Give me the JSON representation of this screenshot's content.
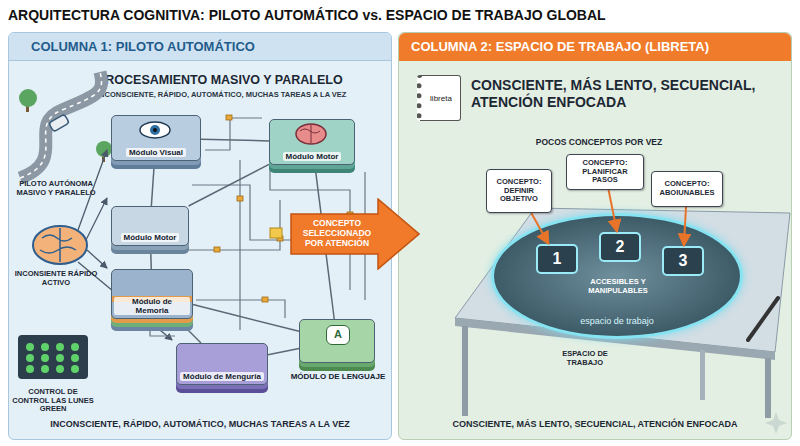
{
  "diagram": {
    "title": "ARQUITECTURA COGNITIVA: PILOTO AUTOMÁTICO vs. ESPACIO DE TRABAJO GLOBAL",
    "nodes": [
      {
        "text": [
          "COLUMNA 1: PILOTO AUTOMÁTICO",
          "PROCESAMIENTO MASIVO Y PARALELO",
          "INCONSCIENTE, RÁPIDO, AUTOMÁTICO, MUCHAS TAREAS A LA VEZ",
          "INCONSCIENTE, RÁPIDO, AUTOMÁTICO, MUCHAS TAREAS A LA VEZ"
        ]
      },
      {
        "text": [
          "Módulo Visual"
        ],
        "in": 0
      },
      {
        "text": [
          "Módulo Motor"
        ],
        "in": 0
      },
      {
        "text": [
          "Módulo Motor"
        ],
        "in": 0
      },
      {
        "text": [
          "Módulo de Memoria"
        ],
        "in": 0
      },
      {
        "text": [
          "Módulo de Menguria"
        ],
        "in": 0
      },
      {
        "text": [
          "A",
          "MÓDULO DE LENGUAJE"
        ],
        "in": 0
      },
      {
        "text": [
          "CONCEPTO SELECCIONADO POR ATENCIÓN"
        ]
      },
      {
        "text": [
          "COLUMNA 2: ESPACIO DE TRABAJO (LIBRETA)",
          "CONSCIENTE, MÁS LENTO, SECUENCIAL, ATENCIÓN ENFOCADA",
          "POCOS CONCEPTOS POR VEZ",
          "CONSCIENTE, MÁS LENTO, SECUENCIAL, ATENCIÓN ENFOCADA"
        ]
      },
      {
        "text": [
          "libreta"
        ],
        "in": 8
      },
      {
        "text": [
          "CONCEPTO: DEFINIR OBJETIVO"
        ],
        "in": 8
      },
      {
        "text": [
          "CONCEPTO: PLANIFICAR PASOS"
        ],
        "in": 8
      },
      {
        "text": [
          "CONCEPTO: ABOIUNABLES"
        ],
        "in": 8
      },
      {
        "text": [
          "ACCESIBLES Y MANIPULABLES",
          "espacio de trabajo"
        ],
        "in": 8
      },
      {
        "text": [
          "1"
        ],
        "in": 13
      },
      {
        "text": [
          "2"
        ],
        "in": 13
      },
      {
        "text": [
          "3"
        ],
        "in": 13
      }
    ],
    "edges": [
      {
        "from": 1,
        "to": 2,
        "arrow": "none"
      },
      {
        "from": 1,
        "to": 3,
        "arrow": "none"
      },
      {
        "from": 2,
        "to": 3,
        "arrow": "none"
      },
      {
        "from": 3,
        "to": 4,
        "arrow": "none"
      },
      {
        "from": 4,
        "to": 5,
        "arrow": "none"
      },
      {
        "from": 5,
        "to": 6,
        "arrow": "none"
      },
      {
        "from": 2,
        "to": 6,
        "arrow": "none"
      },
      {
        "from": 4,
        "to": 6,
        "arrow": "none"
      },
      {
        "from": 10,
        "to": 14,
        "arrow": "to"
      },
      {
        "from": 11,
        "to": 15,
        "arrow": "to"
      },
      {
        "from": 12,
        "to": 16,
        "arrow": "to"
      }
    ],
    "labels": [
      "PILOTO AUTÓNOMA MASIVO Y PARALELO",
      "INCONSIENTE RÁPIDO ACTIVO",
      "CONTROL DE CONTROL LAS LUNES GREEN",
      "ESPACIO DE TRABAJO"
    ]
  }
}
